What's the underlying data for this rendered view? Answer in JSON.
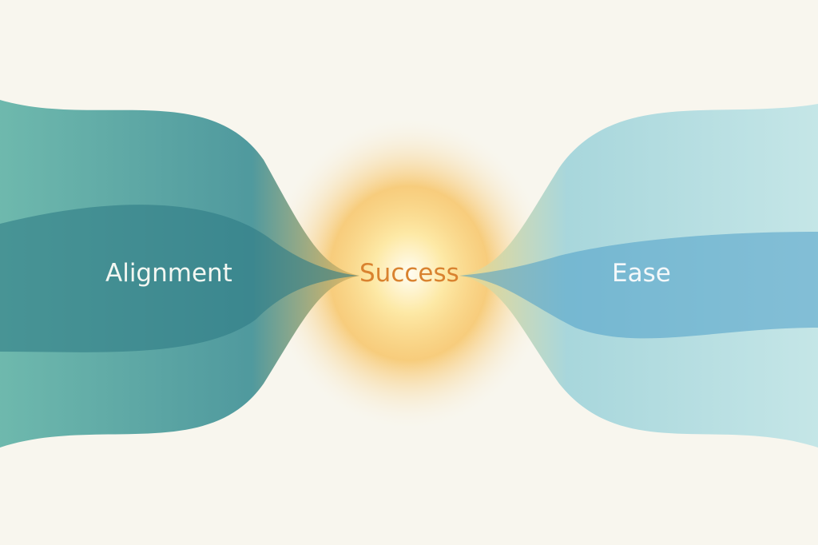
{
  "labels": {
    "left": "Alignment",
    "center": "Success",
    "right": "Ease"
  },
  "colors": {
    "background": "#f8f6ee",
    "left": "#3e9a96",
    "center": "#f5b542",
    "right": "#7fc5d8",
    "center_text": "#d9822f"
  }
}
